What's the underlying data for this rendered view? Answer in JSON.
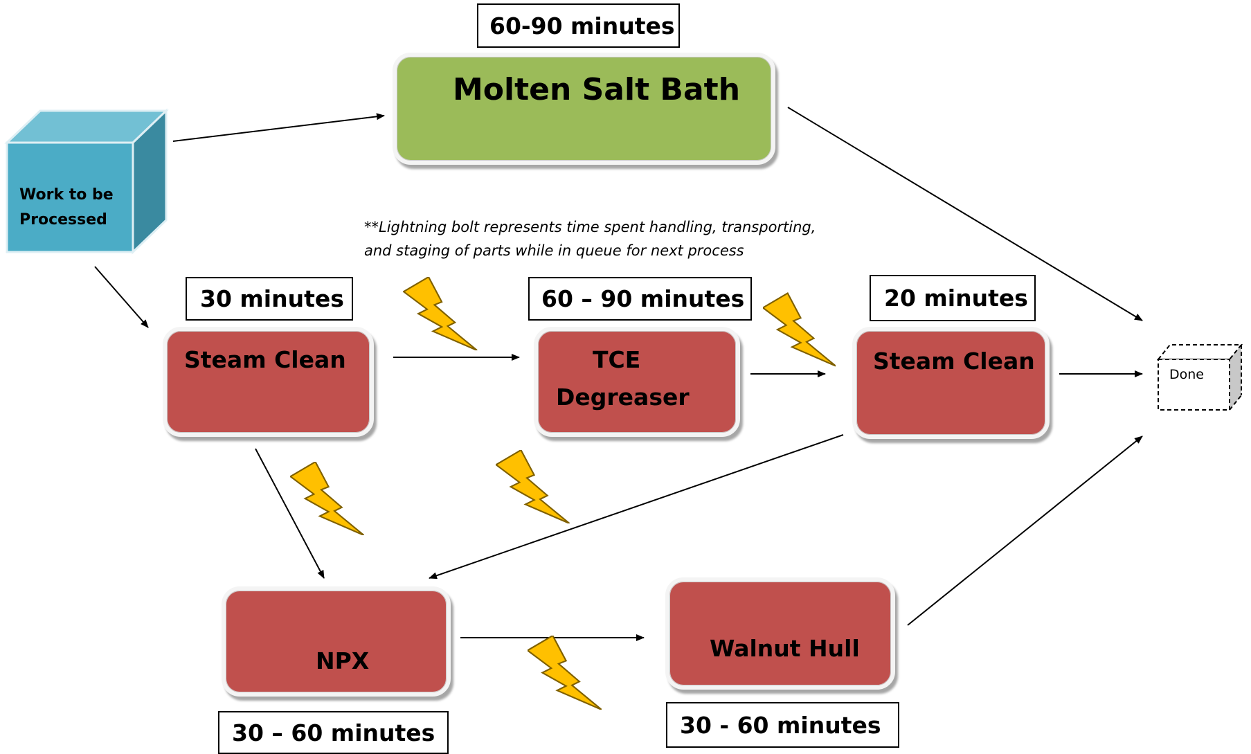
{
  "start": {
    "label_line1": "Work to be",
    "label_line2": "Processed"
  },
  "end": {
    "label": "Done"
  },
  "note": {
    "line1": "**Lightning bolt represents time spent handling, transporting,",
    "line2": "and staging of parts while in queue for next process"
  },
  "processes": {
    "molten_salt_bath": {
      "label": "Molten Salt Bath",
      "time": "60-90 minutes"
    },
    "steam_clean_1": {
      "label": "Steam Clean",
      "time": "30 minutes"
    },
    "tce_degreaser": {
      "label_line1": "TCE",
      "label_line2": "Degreaser",
      "time": "60 – 90 minutes"
    },
    "steam_clean_2": {
      "label": "Steam Clean",
      "time": "20 minutes"
    },
    "npx": {
      "label": "NPX",
      "time": "30 – 60 minutes"
    },
    "walnut_hull": {
      "label": "Walnut Hull",
      "time": "30 - 60 minutes"
    }
  },
  "colors": {
    "process_red": "#c0504d",
    "process_green": "#9bbb59",
    "cube_front": "#4bacc6",
    "cube_top": "#72c0d4",
    "cube_side": "#3a8aa0",
    "lightning_fill": "#ffc000",
    "lightning_stroke": "#7f6000"
  },
  "icons": {
    "handling_delay": "lightning-bolt-icon",
    "start": "cube-icon",
    "end": "dashed-cube-icon"
  }
}
